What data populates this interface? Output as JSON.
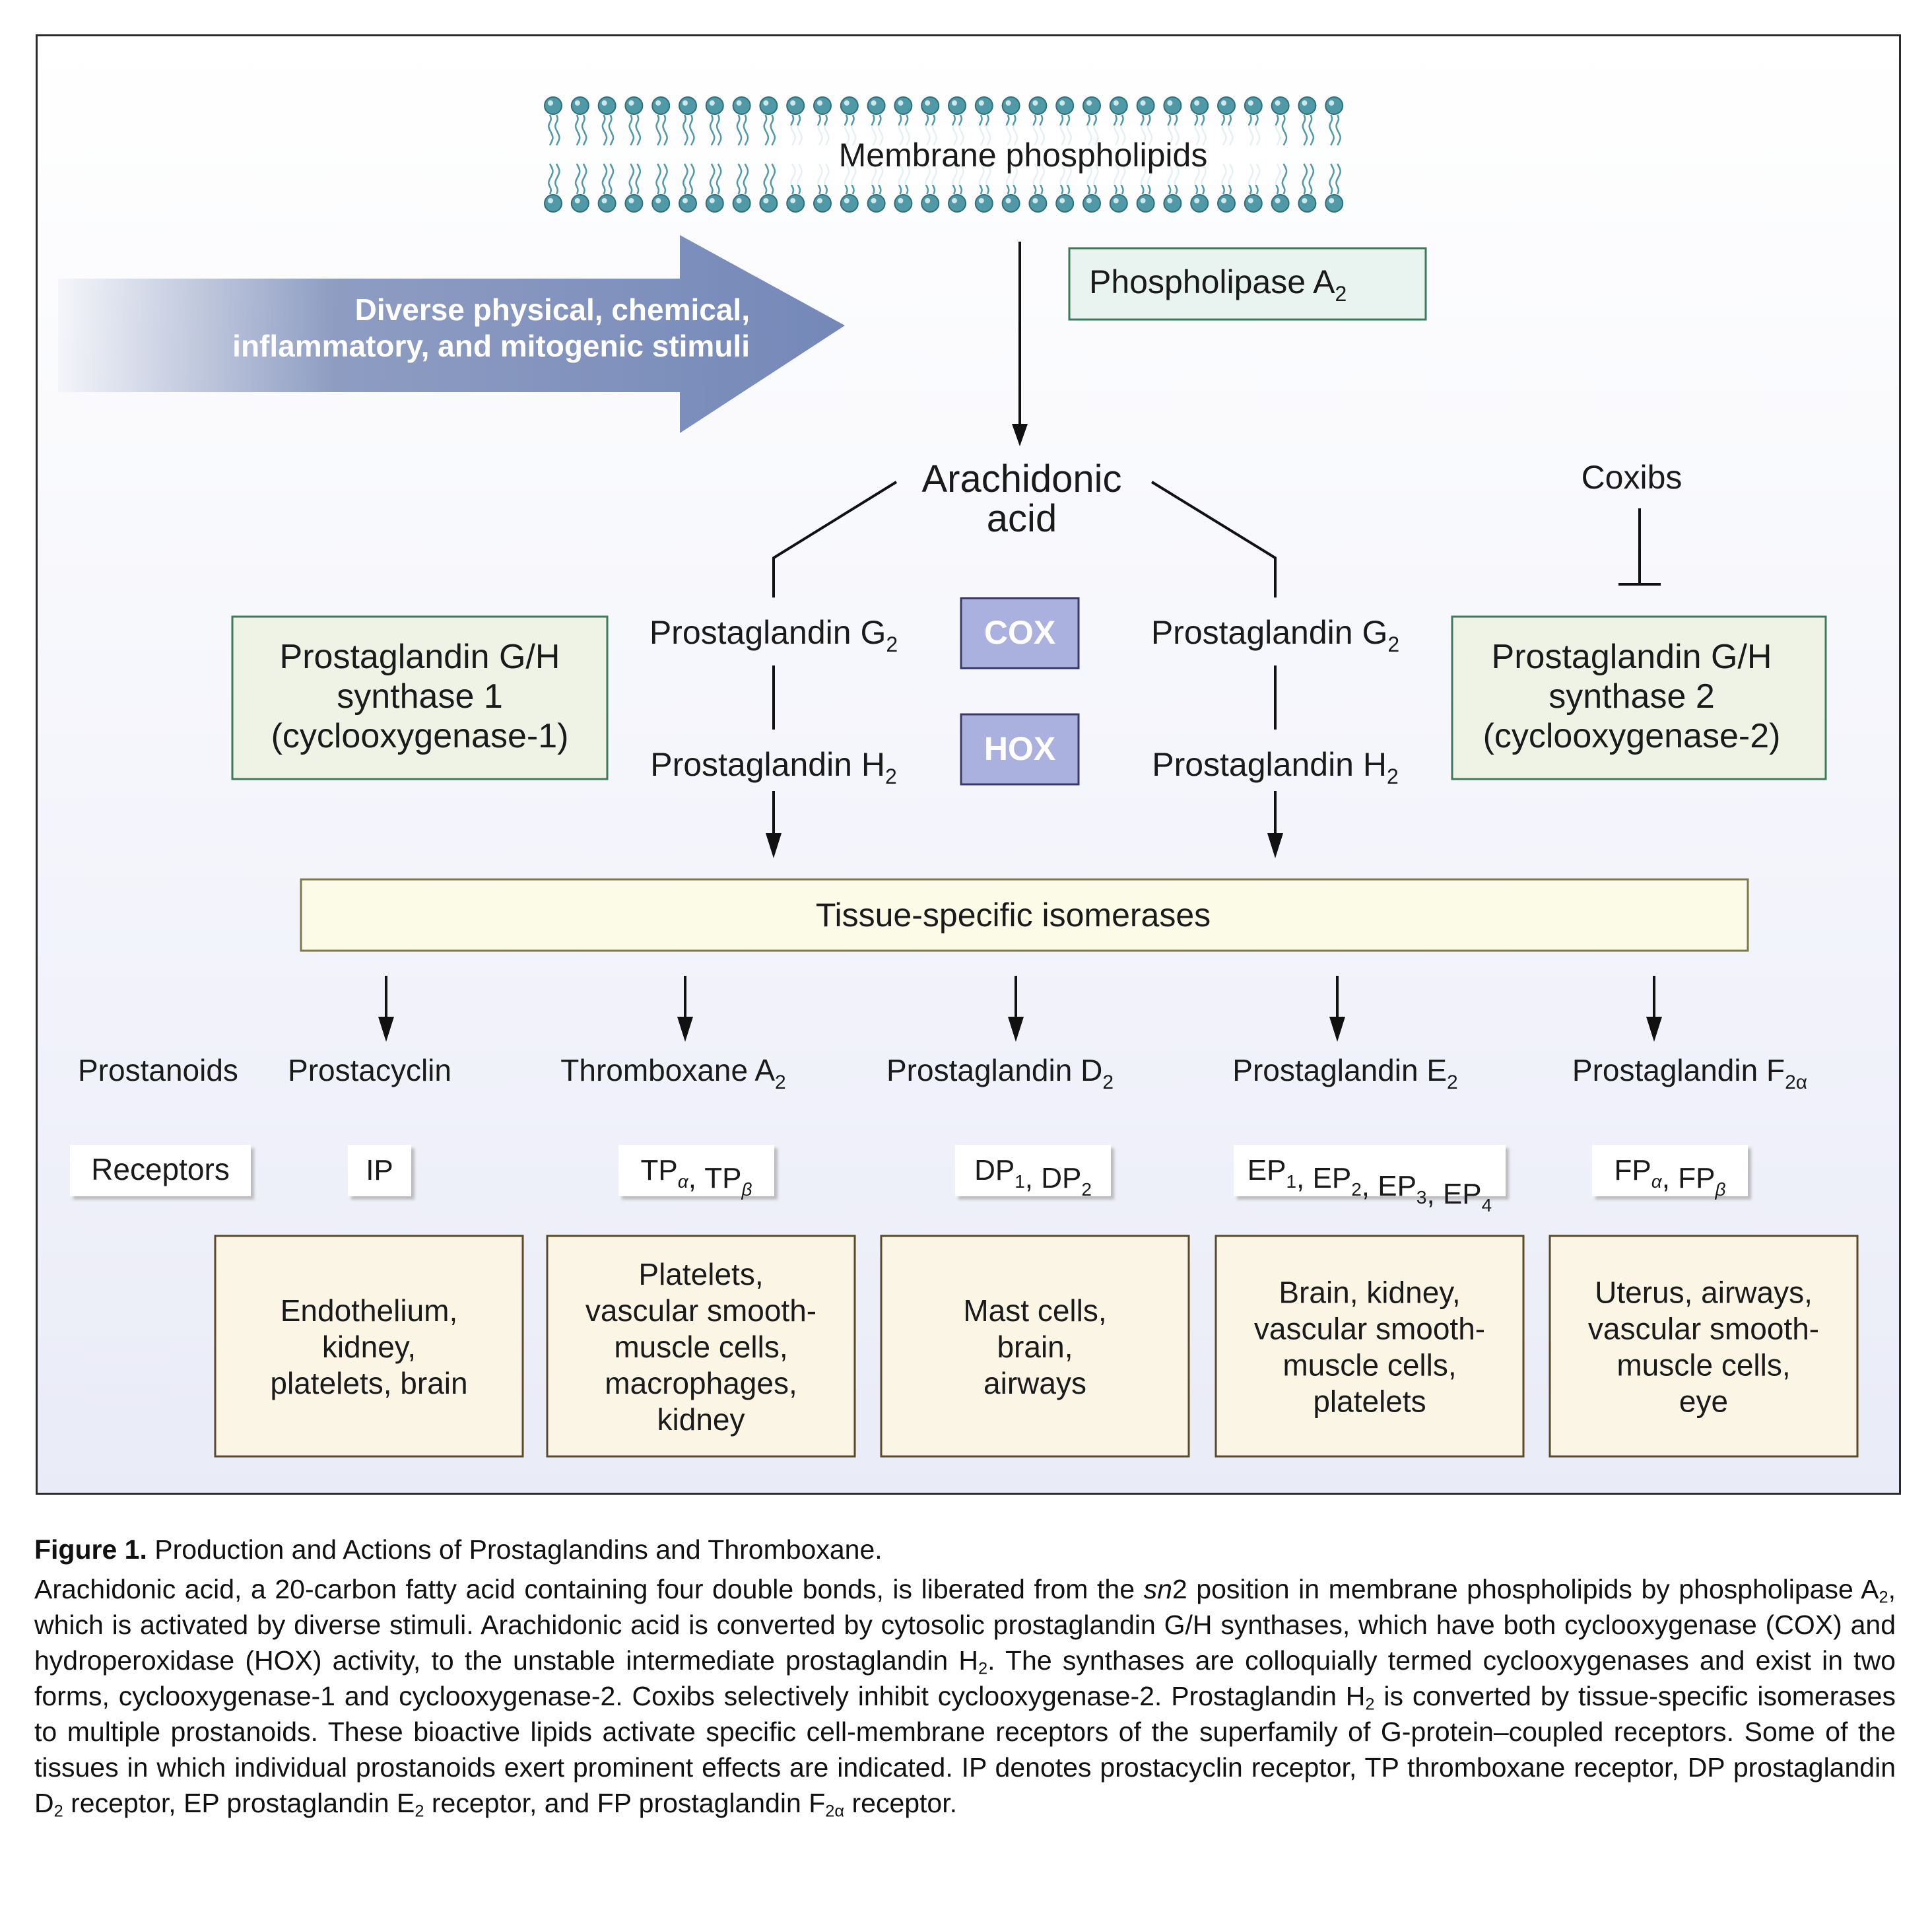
{
  "colors": {
    "membrane": "#4f9aa6",
    "stimulus_arrow": "#7b8cb8",
    "enzyme_box_fill": "#eef3e6",
    "enzyme_box_border": "#3d7a5a",
    "pla2_box_fill": "#e9f3ef",
    "cox_hox_fill": "#aab1df",
    "isomerase_fill": "#fbfbe8",
    "tissue_fill": "#fbf5e6",
    "tissue_border": "#5a4a2a"
  },
  "diagram": {
    "membrane_label": "Membrane phospholipids",
    "stimuli_line1": "Diverse physical, chemical,",
    "stimuli_line2": "inflammatory, and mitogenic stimuli",
    "pla2_text": "Phospholipase A",
    "pla2_sub": "2",
    "arachidonic_line1": "Arachidonic",
    "arachidonic_line2": "acid",
    "coxibs": "Coxibs",
    "synthase1_line1": "Prostaglandin G/H",
    "synthase1_line2": "synthase 1",
    "synthase1_line3": "(cyclooxygenase-1)",
    "synthase2_line1": "Prostaglandin G/H",
    "synthase2_line2": "synthase 2",
    "synthase2_line3": "(cyclooxygenase-2)",
    "pg_g2": "Prostaglandin G",
    "pg_h2": "Prostaglandin H",
    "sub_2": "2",
    "cox": "COX",
    "hox": "HOX",
    "isomerases": "Tissue-specific isomerases",
    "prostanoids_label": "Prostanoids",
    "receptors_label": "Receptors",
    "prostanoids": [
      {
        "name": "Prostacyclin",
        "sub": ""
      },
      {
        "name": "Thromboxane A",
        "sub": "2"
      },
      {
        "name": "Prostaglandin D",
        "sub": "2"
      },
      {
        "name": "Prostaglandin E",
        "sub": "2"
      },
      {
        "name": "Prostaglandin F",
        "sub": "2α"
      }
    ],
    "receptors": [
      [
        {
          "t": "IP",
          "s": ""
        }
      ],
      [
        {
          "t": "TP",
          "s": "α"
        },
        {
          "t": ", TP",
          "s": "β"
        }
      ],
      [
        {
          "t": "DP",
          "s": "1"
        },
        {
          "t": ", DP",
          "s": "2"
        }
      ],
      [
        {
          "t": "EP",
          "s": "1"
        },
        {
          "t": ", EP",
          "s": "2"
        },
        {
          "t": ", EP",
          "s": "3"
        },
        {
          "t": ", EP",
          "s": "4"
        }
      ],
      [
        {
          "t": "FP",
          "s": "α"
        },
        {
          "t": ", FP",
          "s": "β"
        }
      ]
    ],
    "tissues": [
      [
        "Endothelium,",
        "kidney,",
        "platelets, brain"
      ],
      [
        "Platelets,",
        "vascular smooth-",
        "muscle cells,",
        "macrophages,",
        "kidney"
      ],
      [
        "Mast cells,",
        "brain,",
        "airways"
      ],
      [
        "Brain, kidney,",
        "vascular smooth-",
        "muscle cells,",
        "platelets"
      ],
      [
        "Uterus, airways,",
        "vascular smooth-",
        "muscle cells,",
        "eye"
      ]
    ]
  },
  "caption": {
    "label": "Figure 1.",
    "title": " Production and Actions of Prostaglandins and Thromboxane.",
    "body": [
      {
        "t": "Arachidonic acid, a 20-carbon fatty acid containing four double bonds, is liberated from the "
      },
      {
        "t": "sn",
        "i": true
      },
      {
        "t": "2 position in membrane phospholipids by phospholipase A"
      },
      {
        "t": "2",
        "sub": true
      },
      {
        "t": ", which is activated by diverse stimuli. Arachidonic acid is converted by cytosolic prostaglandin G/H synthases, which have both cyclooxygenase (COX) and hydroperoxidase (HOX) activity, to the unstable intermediate prostaglandin H"
      },
      {
        "t": "2",
        "sub": true
      },
      {
        "t": ". The synthases are colloquially termed cyclooxygenases and exist in two forms, cyclooxygenase-1 and cyclooxygenase-2. Coxibs selectively inhibit cyclooxygenase-2. Prostaglandin H"
      },
      {
        "t": "2",
        "sub": true
      },
      {
        "t": " is converted by tissue-specific isomerases to multiple prostanoids. These bioactive lipids activate specific cell-membrane receptors of the superfamily of G-protein–coupled receptors. Some of the tissues in which individual prostanoids exert prominent effects are indicated. IP denotes prostacyclin receptor, TP thromboxane receptor, DP prostaglandin D"
      },
      {
        "t": "2",
        "sub": true
      },
      {
        "t": " receptor, EP prostaglandin E"
      },
      {
        "t": "2",
        "sub": true
      },
      {
        "t": " receptor, and FP prostaglandin F"
      },
      {
        "t": "2α",
        "sub": true
      },
      {
        "t": " receptor."
      }
    ]
  }
}
